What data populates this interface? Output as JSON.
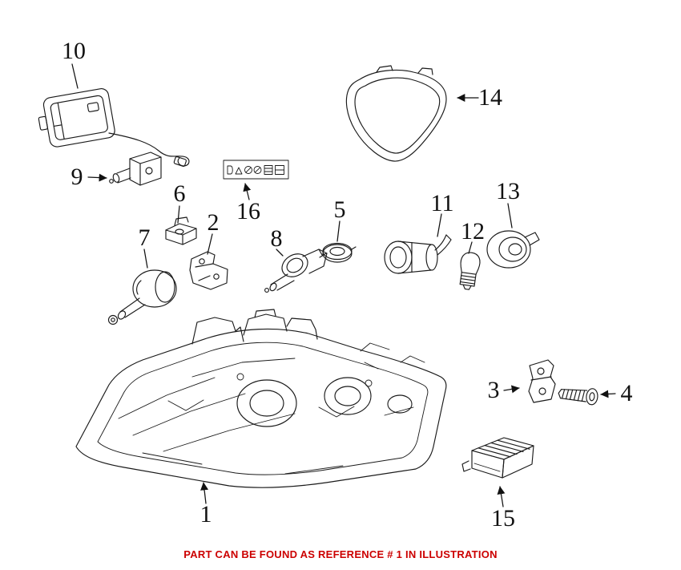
{
  "labels": {
    "p1": "1",
    "p2": "2",
    "p3": "3",
    "p4": "4",
    "p5": "5",
    "p6": "6",
    "p7": "7",
    "p8": "8",
    "p9": "9",
    "p10": "10",
    "p11": "11",
    "p12": "12",
    "p13": "13",
    "p14": "14",
    "p15": "15",
    "p16": "16"
  },
  "footer": {
    "text": "PART CAN BE FOUND AS REFERENCE # 1 IN ILLUSTRATION"
  },
  "colors": {
    "line_ink": "#1a1a1a",
    "label_text": "#111111",
    "footer_text": "#cc0000",
    "background": "#ffffff"
  }
}
